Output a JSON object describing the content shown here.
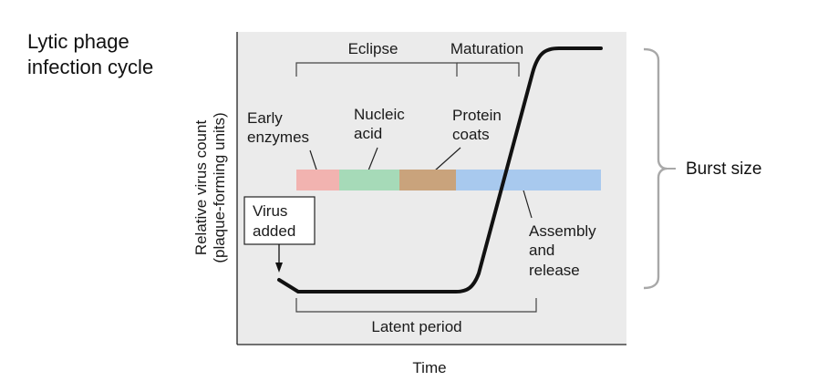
{
  "title_lines": [
    "Lytic phage",
    "infection cycle"
  ],
  "axes": {
    "xlabel": "Time",
    "ylabel_lines": [
      "Relative virus count",
      "(plaque-forming units)"
    ]
  },
  "phases": {
    "eclipse": "Eclipse",
    "maturation": "Maturation",
    "latent_period": "Latent period"
  },
  "stages": {
    "early_enzymes": [
      "Early",
      "enzymes"
    ],
    "nucleic_acid": [
      "Nucleic",
      "acid"
    ],
    "protein_coats": [
      "Protein",
      "coats"
    ],
    "assembly_release": [
      "Assembly",
      "and",
      "release"
    ]
  },
  "virus_added": [
    "Virus",
    "added"
  ],
  "burst_size": "Burst size",
  "colors": {
    "plot_background": "#ebebeb",
    "early_enzymes": "#f2b3b0",
    "nucleic_acid": "#a6dab8",
    "protein_coats": "#c9a37c",
    "assembly_release": "#a8c9ee",
    "curve": "#111111",
    "burst_bracket": "#a8a8a8"
  }
}
